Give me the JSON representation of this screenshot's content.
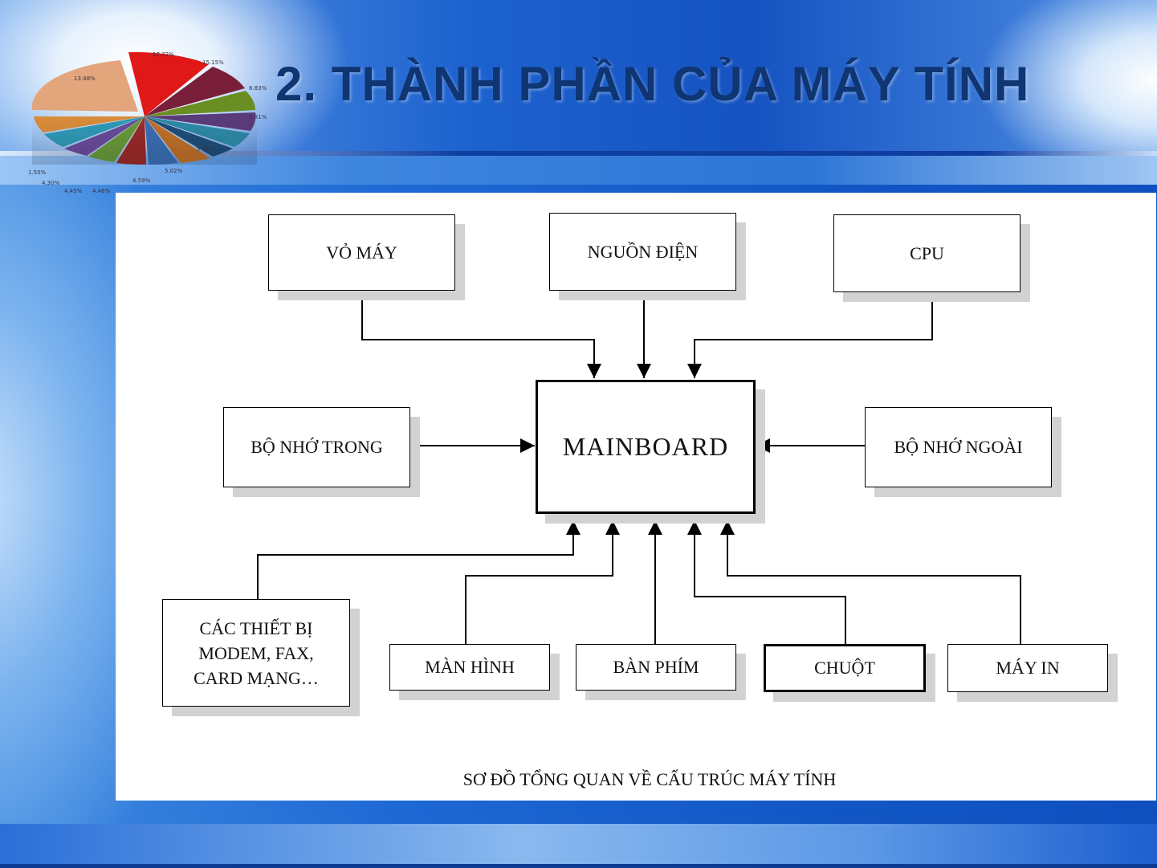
{
  "slide": {
    "title": "2. THÀNH PHẦN CỦA MÁY TÍNH"
  },
  "decor": {
    "pie_labels": [
      "17.72%",
      "15.15%",
      "6.83%",
      "5.81%",
      "5.42%",
      "5.02%",
      "4.59%",
      "4.46%",
      "4.45%",
      "4.30%",
      "1.50%",
      "13.48%"
    ]
  },
  "diagram": {
    "nodes": {
      "vo_may": "VỎ MÁY",
      "nguon_dien": "NGUỒN ĐIỆN",
      "cpu": "CPU",
      "bo_nho_trong": "BỘ NHỚ TRONG",
      "mainboard": "MAINBOARD",
      "bo_nho_ngoai": "BỘ NHỚ NGOÀI",
      "cac_thiet_bi_l1": "CÁC THIẾT BỊ",
      "cac_thiet_bi_l2": "MODEM, FAX,",
      "cac_thiet_bi_l3": "CARD MẠNG…",
      "man_hinh": "MÀN HÌNH",
      "ban_phim": "BÀN PHÍM",
      "chuot": "CHUỘT",
      "may_in": "MÁY IN"
    },
    "caption": "SƠ ĐỒ TỔNG QUAN VỀ CẤU TRÚC MÁY TÍNH",
    "edges": [
      {
        "from": "VỎ MÁY",
        "to": "MAINBOARD"
      },
      {
        "from": "NGUỒN ĐIỆN",
        "to": "MAINBOARD"
      },
      {
        "from": "CPU",
        "to": "MAINBOARD"
      },
      {
        "from": "BỘ NHỚ TRONG",
        "to": "MAINBOARD"
      },
      {
        "from": "BỘ NHỚ NGOÀI",
        "to": "MAINBOARD"
      },
      {
        "from": "CÁC THIẾT BỊ",
        "to": "MAINBOARD"
      },
      {
        "from": "MÀN HÌNH",
        "to": "MAINBOARD"
      },
      {
        "from": "BÀN PHÍM",
        "to": "MAINBOARD"
      },
      {
        "from": "CHUỘT",
        "to": "MAINBOARD"
      },
      {
        "from": "MÁY IN",
        "to": "MAINBOARD"
      }
    ]
  }
}
